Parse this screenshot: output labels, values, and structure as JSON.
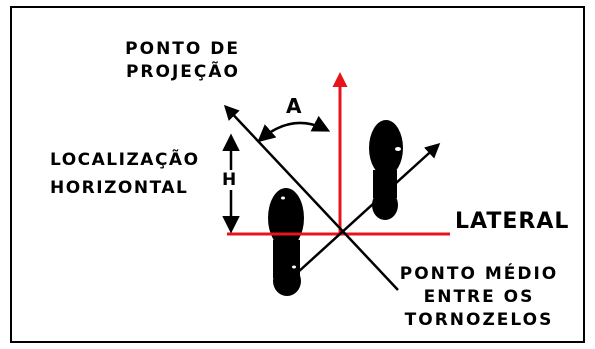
{
  "labels": {
    "projection_point": [
      "PONTO DE",
      "PROJEÇÃO"
    ],
    "angle": "A",
    "horizontal_location": [
      "LOCALIZAÇÃO",
      "HORIZONTAL"
    ],
    "height": "H",
    "lateral": "LATERAL",
    "ankle_midpoint": [
      "PONTO MÉDIO",
      "ENTRE OS",
      "TORNOZELOS"
    ]
  },
  "colors": {
    "reference_axes": "#e8141b",
    "lines": "#000000",
    "shoes": "#000000",
    "background": "#ffffff"
  }
}
